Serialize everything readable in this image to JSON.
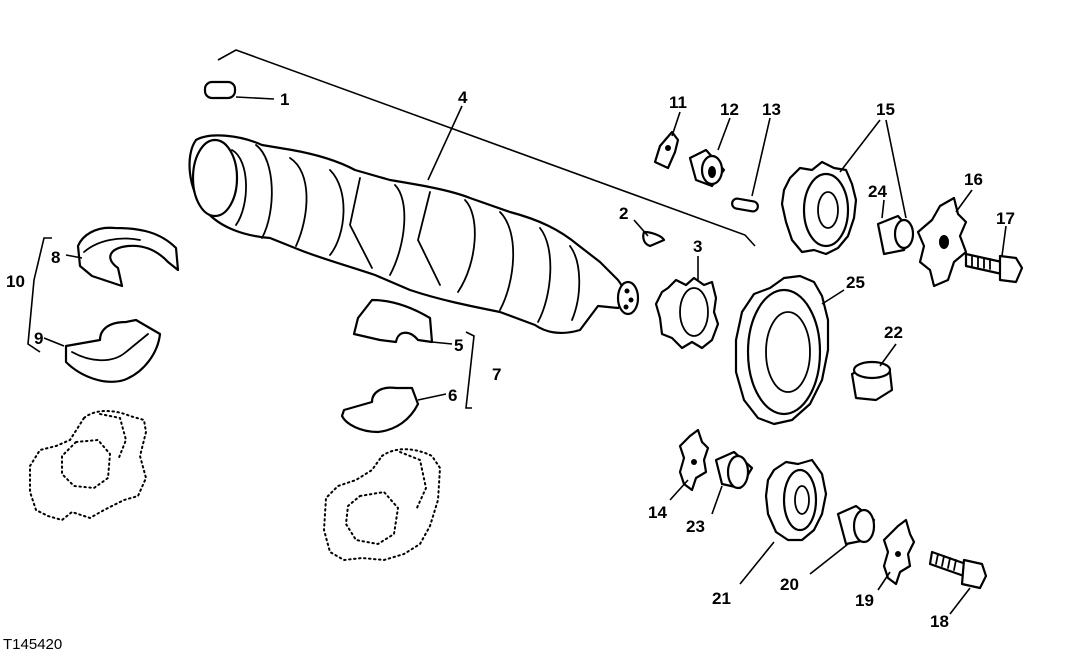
{
  "figure_id": "T145420",
  "callouts": {
    "c1": "1",
    "c2": "2",
    "c3": "3",
    "c4": "4",
    "c5": "5",
    "c6": "6",
    "c7": "7",
    "c8": "8",
    "c9": "9",
    "c10": "10",
    "c11": "11",
    "c12": "12",
    "c13": "13",
    "c14": "14",
    "c15": "15",
    "c16": "16",
    "c17": "17",
    "c18": "18",
    "c19": "19",
    "c20": "20",
    "c21": "21",
    "c22": "22",
    "c23": "23",
    "c24": "24",
    "c25": "25"
  }
}
